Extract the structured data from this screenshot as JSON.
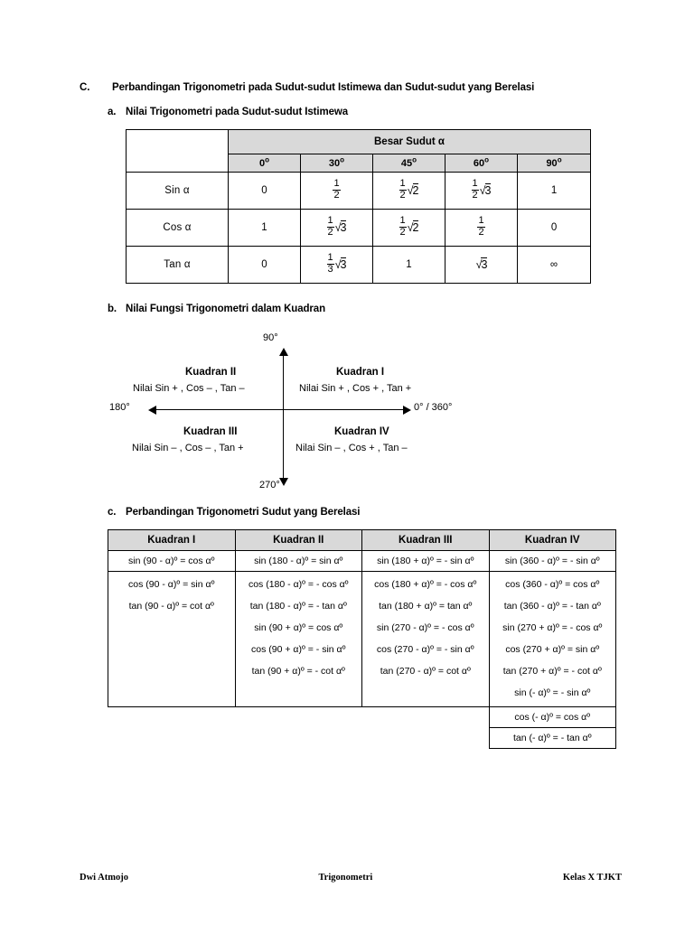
{
  "document": {
    "section_label": "C.",
    "section_title": "Perbandingan Trigonometri pada Sudut-sudut Istimewa dan Sudut-sudut yang Berelasi"
  },
  "subsection_a": {
    "label": "a.",
    "title": "Nilai Trigonometri pada Sudut-sudut Istimewa"
  },
  "subsection_b": {
    "label": "b.",
    "title": "Nilai Fungsi Trigonometri dalam Kuadran"
  },
  "subsection_c": {
    "label": "c.",
    "title": "Perbandingan Trigonometri Sudut yang Berelasi"
  },
  "table_istimewa": {
    "corner": "",
    "group_header": "Besar Sudut α",
    "angle_headers": [
      "0",
      "30",
      "45",
      "60",
      "90"
    ],
    "degree_symbol": "o",
    "rows": [
      {
        "label": "Sin  α",
        "values": [
          {
            "type": "plain",
            "text": "0"
          },
          {
            "type": "fraction",
            "num": "1",
            "den": "2",
            "radical": ""
          },
          {
            "type": "fraction",
            "num": "1",
            "den": "2",
            "radical": "2"
          },
          {
            "type": "fraction",
            "num": "1",
            "den": "2",
            "radical": "3"
          },
          {
            "type": "plain",
            "text": "1"
          }
        ]
      },
      {
        "label": "Cos  α",
        "values": [
          {
            "type": "plain",
            "text": "1"
          },
          {
            "type": "fraction",
            "num": "1",
            "den": "2",
            "radical": "3"
          },
          {
            "type": "fraction",
            "num": "1",
            "den": "2",
            "radical": "2"
          },
          {
            "type": "fraction",
            "num": "1",
            "den": "2",
            "radical": ""
          },
          {
            "type": "plain",
            "text": "0"
          }
        ]
      },
      {
        "label": "Tan  α",
        "values": [
          {
            "type": "plain",
            "text": "0"
          },
          {
            "type": "fraction",
            "num": "1",
            "den": "3",
            "radical": "3"
          },
          {
            "type": "plain",
            "text": "1"
          },
          {
            "type": "radical_only",
            "radical": "3"
          },
          {
            "type": "plain",
            "text": "∞"
          }
        ]
      }
    ]
  },
  "quadrant_diagram": {
    "axis_labels": {
      "top": "90°",
      "bottom": "270°",
      "left": "180°",
      "right": "0° / 360°"
    },
    "quadrants": [
      {
        "name": "Kuadran II",
        "values": "Nilai Sin + , Cos –  , Tan –"
      },
      {
        "name": "Kuadran I",
        "values": "Nilai Sin + , Cos + , Tan +"
      },
      {
        "name": "Kuadran III",
        "values": "Nilai Sin – , Cos –  , Tan +"
      },
      {
        "name": "Kuadran IV",
        "values": "Nilai Sin – , Cos +  , Tan –"
      }
    ]
  },
  "table_berelasi": {
    "headers": [
      "Kuadran I",
      "Kuadran II",
      "Kuadran III",
      "Kuadran IV"
    ],
    "row_sin": [
      "sin (90 - α)º = cos αº",
      "sin (180 - α)º = sin αº",
      "sin (180 + α)º = - sin αº",
      "sin (360 - α)º = - sin αº"
    ],
    "col1_block": [
      "cos (90 - α)º = sin αº",
      "tan (90 - α)º = cot αº"
    ],
    "col2_block": [
      "cos (180 - α)º = - cos αº",
      "tan (180 - α)º = - tan αº",
      "sin (90 + α)º = cos αº",
      "cos (90 + α)º = - sin αº",
      "tan (90 + α)º = - cot αº"
    ],
    "col3_block": [
      "cos (180 + α)º = - cos αº",
      "tan (180 + α)º = tan αº",
      "sin (270 - α)º = - cos αº",
      "cos (270 - α)º = - sin αº",
      "tan (270 - α)º = cot αº"
    ],
    "col4_block": [
      "cos (360 - α)º = cos αº",
      "tan (360 - α)º = - tan αº",
      "sin (270 + α)º = - cos αº",
      "cos (270 + α)º = sin αº",
      "tan (270 + α)º = - cot αº",
      "sin (- α)º = - sin αº"
    ],
    "col4_extra": [
      "cos (- α)º = cos αº",
      "tan (- α)º = - tan αº"
    ]
  },
  "footer": {
    "left": "Dwi Atmojo",
    "center": "Trigonometri",
    "right": "Kelas X TJKT"
  },
  "colors": {
    "header_fill": "#d9d9d9",
    "border": "#000000",
    "text": "#000000",
    "page": "#ffffff"
  }
}
